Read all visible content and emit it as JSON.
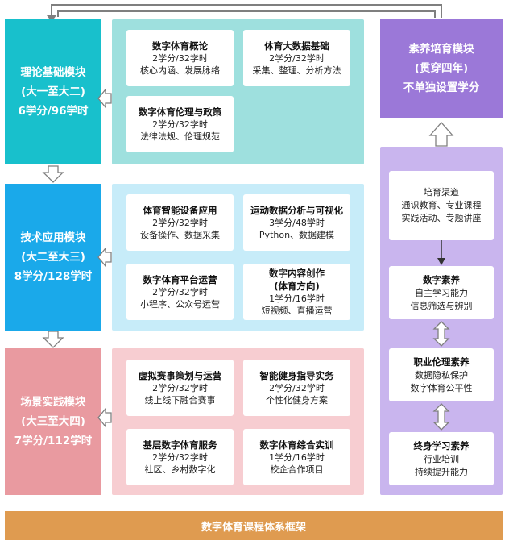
{
  "modules": [
    {
      "title": "理论基础模块",
      "years": "(大一至大二)",
      "credits": "6学分/96学时",
      "color": "#18c0cc"
    },
    {
      "title": "技术应用模块",
      "years": "(大二至大三)",
      "credits": "8学分/128学时",
      "color": "#1aa9ea"
    },
    {
      "title": "场景实践模块",
      "years": "(大三至大四)",
      "credits": "7学分/112学时",
      "color": "#e99aa0"
    }
  ],
  "courses": [
    [
      {
        "title": "数字体育概论",
        "lines": [
          "2学分/32学时",
          "核心内涵、发展脉络"
        ]
      },
      {
        "title": "体育大数据基础",
        "lines": [
          "2学分/32学时",
          "采集、整理、分析方法"
        ]
      },
      {
        "title": "数字体育伦理与政策",
        "lines": [
          "2学分/32学时",
          "法律法规、伦理规范"
        ]
      }
    ],
    [
      {
        "title": "体育智能设备应用",
        "lines": [
          "2学分/32学时",
          "设备操作、数据采集"
        ]
      },
      {
        "title": "运动数据分析与可视化",
        "lines": [
          "3学分/48学时",
          "Python、数据建模"
        ]
      },
      {
        "title": "数字体育平台运营",
        "lines": [
          "2学分/32学时",
          "小程序、公众号运营"
        ]
      },
      {
        "title": "数字内容创作",
        "title2": "(体育方向)",
        "lines": [
          "1学分/16学时",
          "短视频、直播运营"
        ]
      }
    ],
    [
      {
        "title": "虚拟赛事策划与运营",
        "lines": [
          "2学分/32学时",
          "线上线下融合赛事"
        ]
      },
      {
        "title": "智能健身指导实务",
        "lines": [
          "2学分/32学时",
          "个性化健身方案"
        ]
      },
      {
        "title": "基层数字体育服务",
        "lines": [
          "2学分/32学时",
          "社区、乡村数字化"
        ]
      },
      {
        "title": "数字体育综合实训",
        "lines": [
          "1学分/16学时",
          "校企合作项目"
        ]
      }
    ]
  ],
  "literacy": {
    "title": "素养培育模块",
    "years": "(贯穿四年)",
    "note": "不单独设置学分",
    "channel": {
      "title": "培育渠道",
      "lines": [
        "通识教育、专业课程",
        "实践活动、专题讲座"
      ]
    },
    "items": [
      {
        "title": "数字素养",
        "lines": [
          "自主学习能力",
          "信息筛选与辨别"
        ]
      },
      {
        "title": "职业伦理素养",
        "lines": [
          "数据隐私保护",
          "数字体育公平性"
        ]
      },
      {
        "title": "终身学习素养",
        "lines": [
          "行业培训",
          "持续提升能力"
        ]
      }
    ]
  },
  "footer": {
    "title": "数字体育课程体系框架"
  },
  "colors": {
    "panel1": "#9ee0de",
    "panel2": "#c7ecf9",
    "panel3": "#f7cdd1",
    "literacy": "#9b78d8",
    "literacy_panel": "#c9b5ee",
    "footer": "#df9b50"
  }
}
